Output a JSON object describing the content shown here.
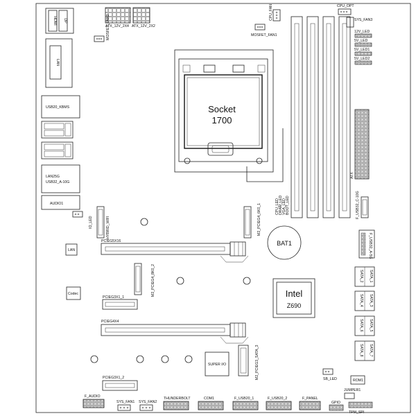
{
  "labels": {
    "hdmi": "HDMI",
    "dp": "DP",
    "lan_io": "LAN",
    "usb20_kbms": "USB20_KBMS",
    "lan25g": "LAN25G",
    "usb32_a10g": "USB32_A-10G",
    "audio1": "AUDIO1",
    "atx_12v_2x4": "ATX_12V_2X4",
    "atx_12v_2x2": "ATX_12V_2X2",
    "mosfet_fan2": "MOSFET_FAN2",
    "mosfet_fan1": "MOSFET_FAN1",
    "cpu_fan": "CPU_FAN",
    "cpu_opt": "CPU_OPT",
    "sys_fan3": "SYS_FAN3",
    "led_12v": "12V_LED",
    "led_5v": "5V_LED",
    "led_5v1": "5V_LED1",
    "led_5v2": "5V_LED2",
    "socket_line1": "Socket",
    "socket_line2": "1700",
    "atx": "ATX",
    "f_usb32_c": "F_USB32_C-10G",
    "f_usb32_a": "F_USB32_A-5G",
    "debug_leds": [
      "CPU_LED",
      "DRAM_LED",
      "VGA_LED",
      "BOOT_LED"
    ],
    "io_led": "IO_LED",
    "hybrid_wifi": "HYBRID_WIFI",
    "m2_1": "M2_PCIEG4_6K0_1",
    "pcie_x16": "PCIEG5X16",
    "bat1": "BAT1",
    "lan_chip": "LAN",
    "m2_2": "M2_PCIEG4_8K0_2",
    "codec": "Codec",
    "pcie_x1_1": "PCIEG3X1_1",
    "intel_line1": "Intel",
    "intel_line2": "Z690",
    "pcie_x4": "PCIEG4X4",
    "super_io": "SUPER I/O",
    "m2_3": "M2_PCIEG3_SATA_3",
    "pcie_x1_2": "PCIEG3X1_2",
    "sata": [
      "SATA_2",
      "SATA_1",
      "SATA_4",
      "SATA_3",
      "SATA_6",
      "SATA_5",
      "SATA_8",
      "SATA_7"
    ],
    "sb_led": "SB_LED",
    "rom1": "ROM1",
    "f_audio": "F_AUDIO",
    "sys_fan1": "SYS_FAN1",
    "sys_fan2": "SYS_FAN2",
    "thunderbolt": "THUNDERBOLT",
    "com1": "COM1",
    "f_usb20_1": "F_USB20_1",
    "f_usb20_2": "F_USB20_2",
    "f_panel": "F_PANEL",
    "jumper": "JUMPER1",
    "gpio": "GPIO",
    "tpm_spi": "TPM_SPI"
  }
}
